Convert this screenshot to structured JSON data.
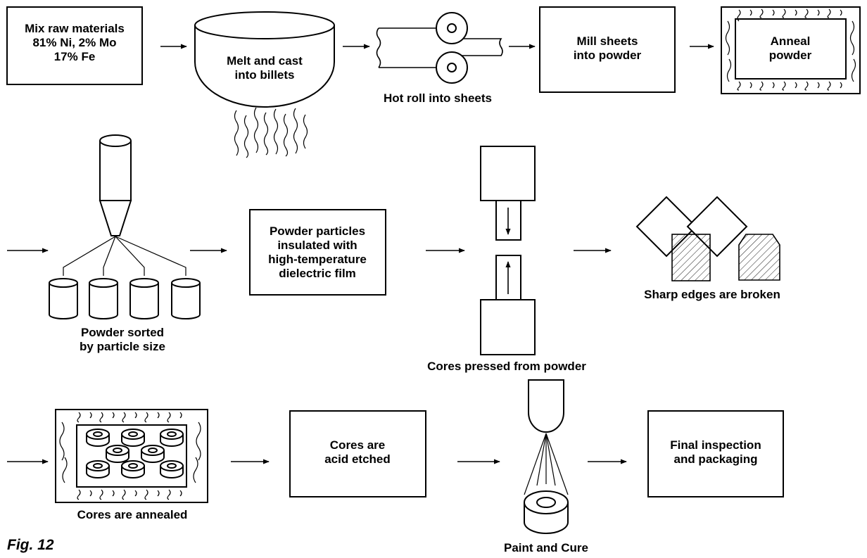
{
  "steps": {
    "mix": [
      "Mix raw materials",
      "81% Ni, 2% Mo",
      "17% Fe"
    ],
    "melt": [
      "Melt and cast",
      "into billets"
    ],
    "hot_roll": [
      "Hot roll into sheets"
    ],
    "mill": [
      "Mill sheets",
      "into powder"
    ],
    "anneal_powder": [
      "Anneal",
      "powder"
    ],
    "sorted": [
      "Powder sorted",
      "by particle size"
    ],
    "insulated": [
      "Powder particles",
      "insulated with",
      "high-temperature",
      "dielectric film"
    ],
    "pressed": [
      "Cores pressed from powder"
    ],
    "edges": [
      "Sharp edges are broken"
    ],
    "cores_annealed": [
      "Cores are annealed"
    ],
    "acid": [
      "Cores are",
      "acid etched"
    ],
    "paint": [
      "Paint and Cure"
    ],
    "final": [
      "Final inspection",
      "and packaging"
    ]
  },
  "figure_label": "Fig. 12"
}
